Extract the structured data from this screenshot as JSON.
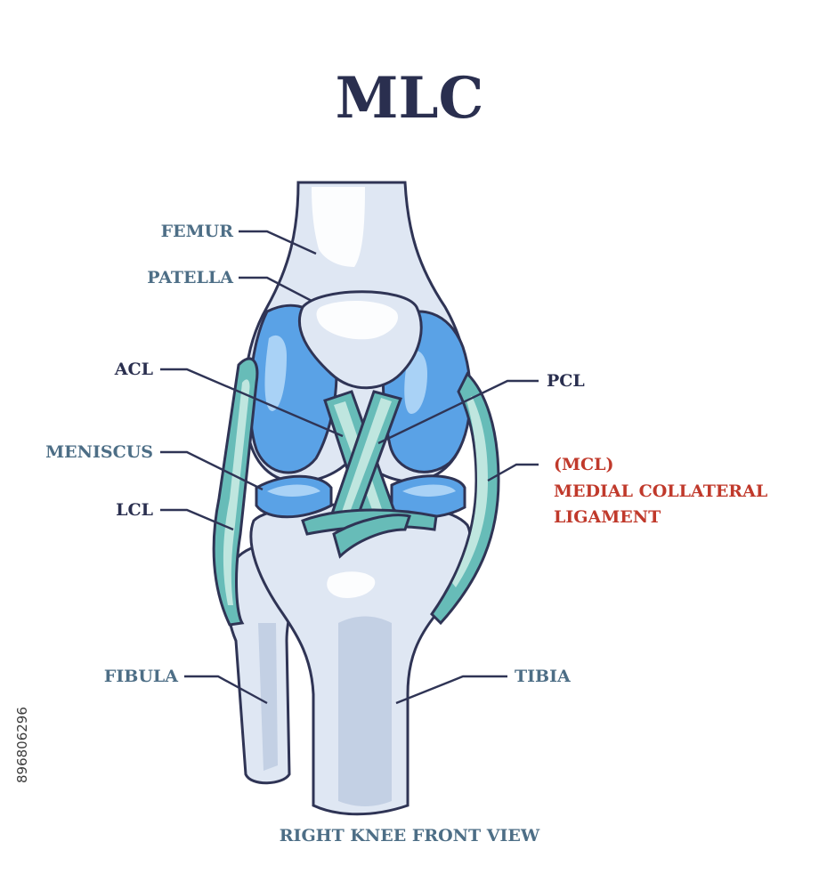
{
  "title": "MLC",
  "caption": "RIGHT KNEE FRONT VIEW",
  "image_id": "896806296",
  "labels": {
    "femur": "FEMUR",
    "patella": "PATELLA",
    "acl": "ACL",
    "meniscus": "MENISCUS",
    "lcl": "LCL",
    "fibula": "FIBULA",
    "pcl": "PCL",
    "mcl_abbr": "(MCL)",
    "mcl_line1": "MEDIAL COLLATERAL",
    "mcl_line2": "LIGAMENT",
    "tibia": "TIBIA"
  },
  "colors": {
    "outline": "#2f3455",
    "bone": "#dfe7f3",
    "cartilage": "#5aa2e6",
    "ligament": "#67bcb8",
    "label_slate": "#4d6e86",
    "label_dark": "#2a2f4f",
    "label_red": "#c0392b"
  }
}
